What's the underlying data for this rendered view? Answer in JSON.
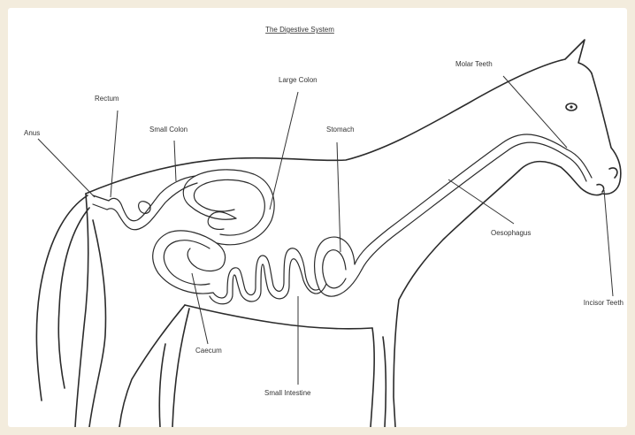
{
  "title": "The Digestive System",
  "labels": {
    "molar_teeth": "Molar Teeth",
    "large_colon": "Large Colon",
    "rectum": "Rectum",
    "anus": "Anus",
    "small_colon": "Small Colon",
    "stomach": "Stomach",
    "oesophagus": "Oesophagus",
    "incisor_teeth": "Incisor Teeth",
    "caecum": "Caecum",
    "small_intestine": "Small Intestine"
  }
}
